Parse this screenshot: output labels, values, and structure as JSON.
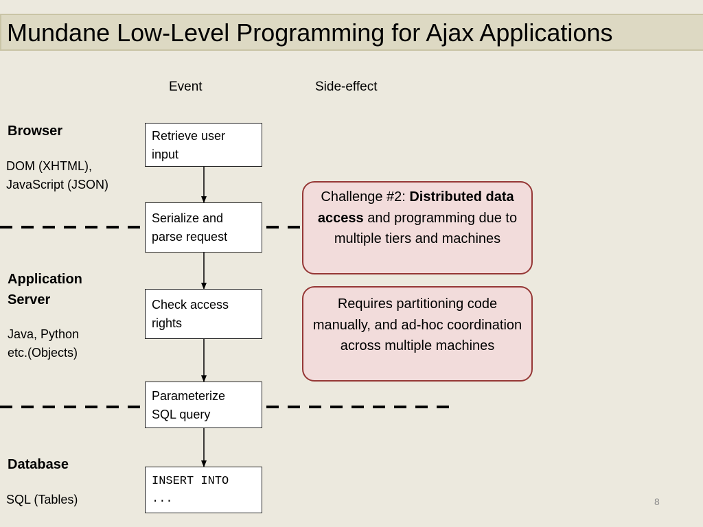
{
  "title": "Mundane Low-Level Programming for Ajax Applications",
  "columns": {
    "event": "Event",
    "side_effect": "Side-effect"
  },
  "tiers": [
    {
      "name": "Browser",
      "description_lines": [
        "DOM (XHTML),",
        "JavaScript (JSON)"
      ]
    },
    {
      "name_lines": [
        "Application",
        "Server"
      ],
      "description_lines": [
        "Java, Python",
        "etc.(Objects)"
      ]
    },
    {
      "name": "Database",
      "description_lines": [
        "SQL (Tables)"
      ]
    }
  ],
  "steps": [
    {
      "lines": [
        "Retrieve user",
        "input"
      ]
    },
    {
      "lines": [
        "Serialize and",
        "parse request"
      ]
    },
    {
      "lines": [
        "Check access",
        "rights"
      ]
    },
    {
      "lines": [
        "Parameterize",
        "SQL query"
      ]
    },
    {
      "lines": [
        "INSERT INTO",
        "..."
      ]
    }
  ],
  "callouts": [
    {
      "prefix": "Challenge #2: ",
      "bold": "Distributed data access",
      "suffix": " and programming due to multiple tiers and machines"
    },
    {
      "text": "Requires partitioning code manually, and ad-hoc coordination across multiple machines"
    }
  ],
  "page_number": "8",
  "colors": {
    "background": "#ECE9DE",
    "title_bar": "#DDD9C3",
    "callout_fill": "#F2DCDB",
    "callout_border": "#953735",
    "step_fill": "#FFFFFF"
  }
}
